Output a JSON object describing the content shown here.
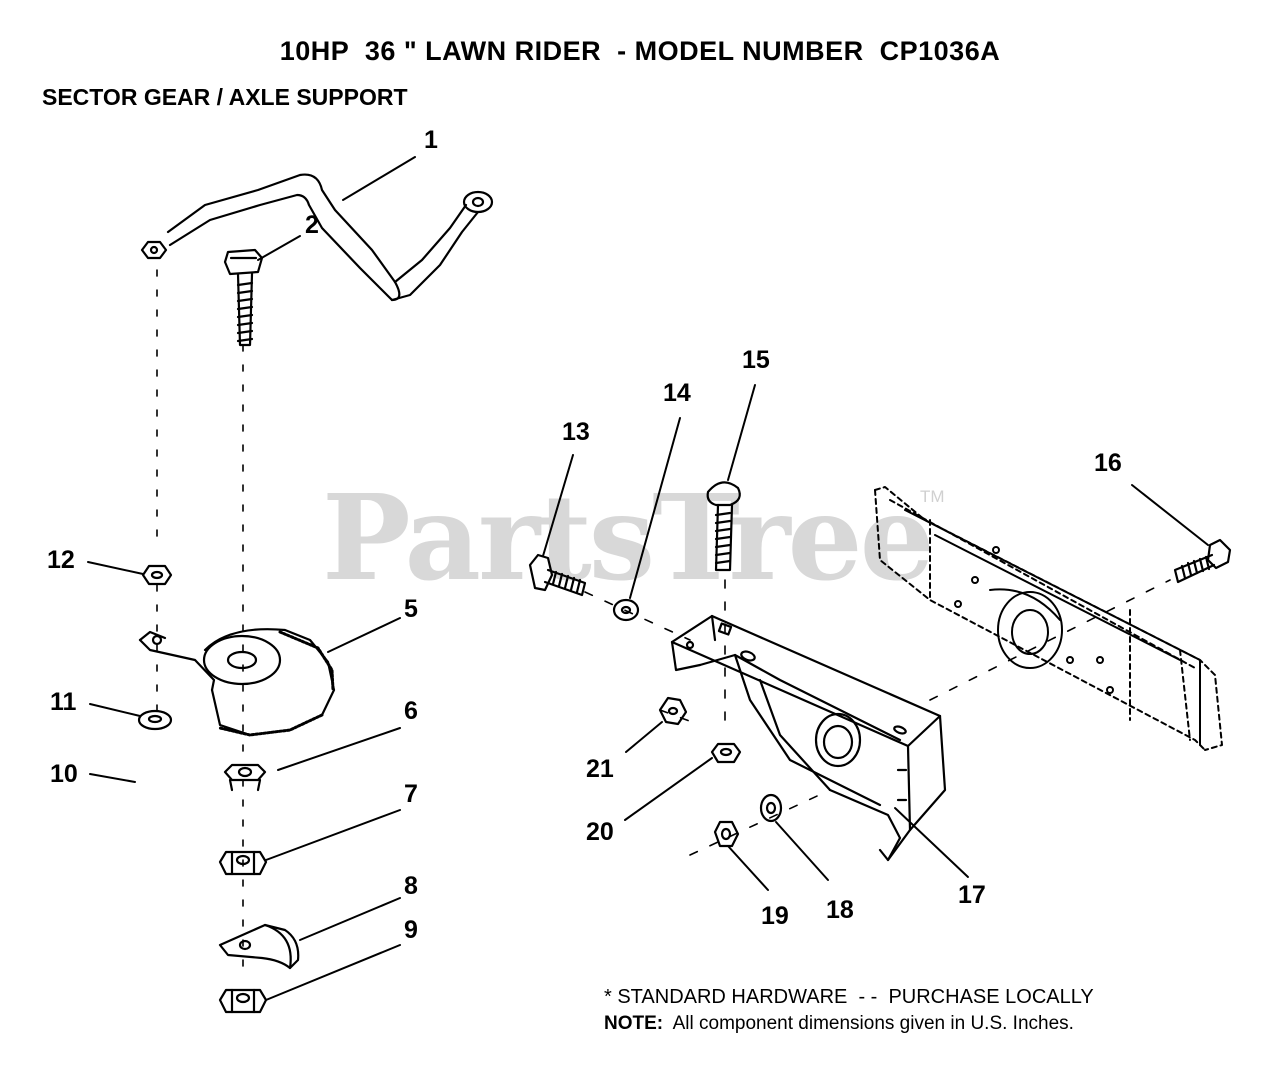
{
  "header": {
    "title": "10HP  36 \" LAWN RIDER  - MODEL NUMBER  CP1036A",
    "subtitle": "SECTOR GEAR / AXLE SUPPORT"
  },
  "watermark": {
    "text": "PartsTree",
    "tm": "TM"
  },
  "callouts": [
    "1",
    "2",
    "5",
    "6",
    "7",
    "8",
    "9",
    "10",
    "11",
    "12",
    "13",
    "14",
    "15",
    "16",
    "17",
    "18",
    "19",
    "20",
    "21"
  ],
  "notes": {
    "standard_hardware": "* STANDARD HARDWARE  - -  PURCHASE LOCALLY",
    "note_label": "NOTE:",
    "note_text": "  All component dimensions given in U.S. Inches."
  }
}
